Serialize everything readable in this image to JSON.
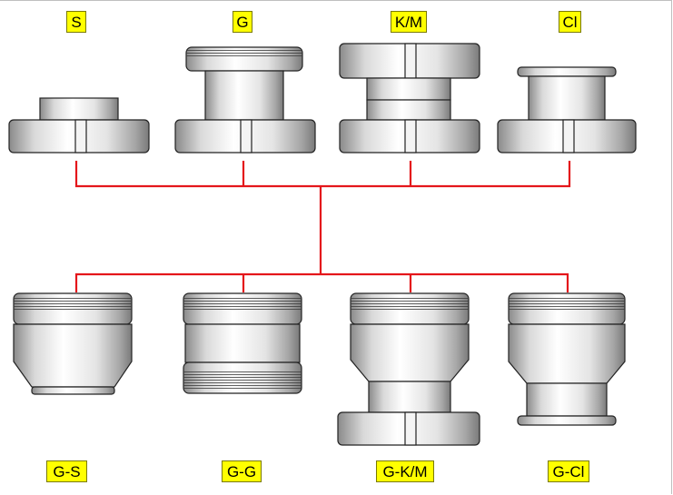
{
  "top_labels": [
    "S",
    "G",
    "K/M",
    "Cl"
  ],
  "bottom_labels": [
    "G-S",
    "G-G",
    "G-K/M",
    "G-Cl"
  ],
  "colors": {
    "connector": "#e4161b",
    "label_bg": "#ffff00",
    "part_light": "#ffffff",
    "part_dark": "#8a8a8a",
    "part_outline": "#222222"
  }
}
